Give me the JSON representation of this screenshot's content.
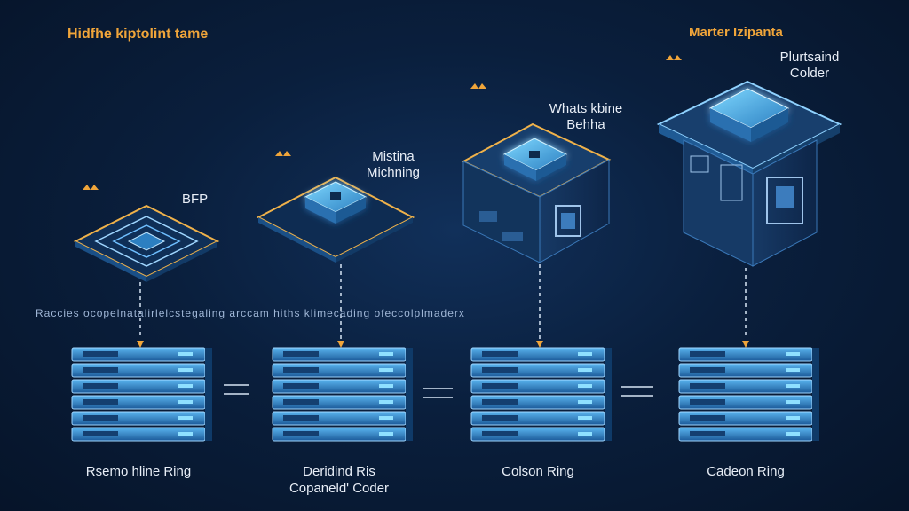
{
  "header": {
    "left_title": "Hidfhe kiptolint tame",
    "right_title": "Marter Izipanta"
  },
  "middle_line": "Raccies ocopelnatalirlelcstegaling arccam hiths klimecading ofeccolplmaderx",
  "top_nodes": [
    {
      "label": "BFP"
    },
    {
      "label_line1": "Mistina",
      "label_line2": "Michning"
    },
    {
      "label_line1": "Whats kbine",
      "label_line2": "Behha"
    },
    {
      "label_line1": "Plurtsaind",
      "label_line2": "Colder"
    }
  ],
  "bottom_nodes": [
    {
      "label": "Rsemo hline Ring"
    },
    {
      "label_line1": "Deridind Ris",
      "label_line2": "Copaneld' Coder"
    },
    {
      "label": "Colson Ring"
    },
    {
      "label": "Cadeon Ring"
    }
  ],
  "colors": {
    "accent_orange": "#f0a53a",
    "glow_blue": "#5cc6ff",
    "frame_blue": "#1d4f86",
    "server_blue": "#2e78c0"
  }
}
